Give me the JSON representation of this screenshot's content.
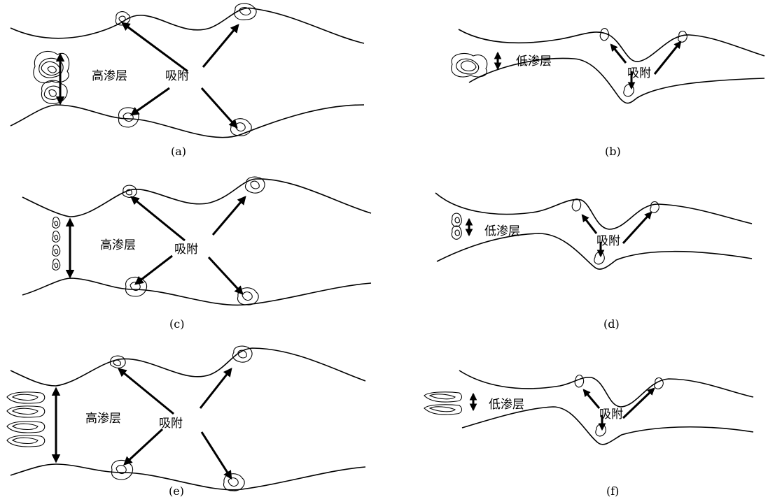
{
  "figure": {
    "panels": [
      {
        "id": "a",
        "caption": "(a)",
        "layer_label": "高渗层",
        "adsorption_label": "吸附"
      },
      {
        "id": "b",
        "caption": "(b)",
        "layer_label": "低渗层",
        "adsorption_label": "吸附"
      },
      {
        "id": "c",
        "caption": "(c)",
        "layer_label": "高渗层",
        "adsorption_label": "吸附"
      },
      {
        "id": "d",
        "caption": "(d)",
        "layer_label": "低渗层",
        "adsorption_label": "吸附"
      },
      {
        "id": "e",
        "caption": "(e)",
        "layer_label": "高渗层",
        "adsorption_label": "吸附"
      },
      {
        "id": "f",
        "caption": "(f)",
        "layer_label": "低渗层",
        "adsorption_label": "吸附"
      }
    ]
  },
  "colors": {
    "line": "#000000",
    "background": "#ffffff"
  }
}
